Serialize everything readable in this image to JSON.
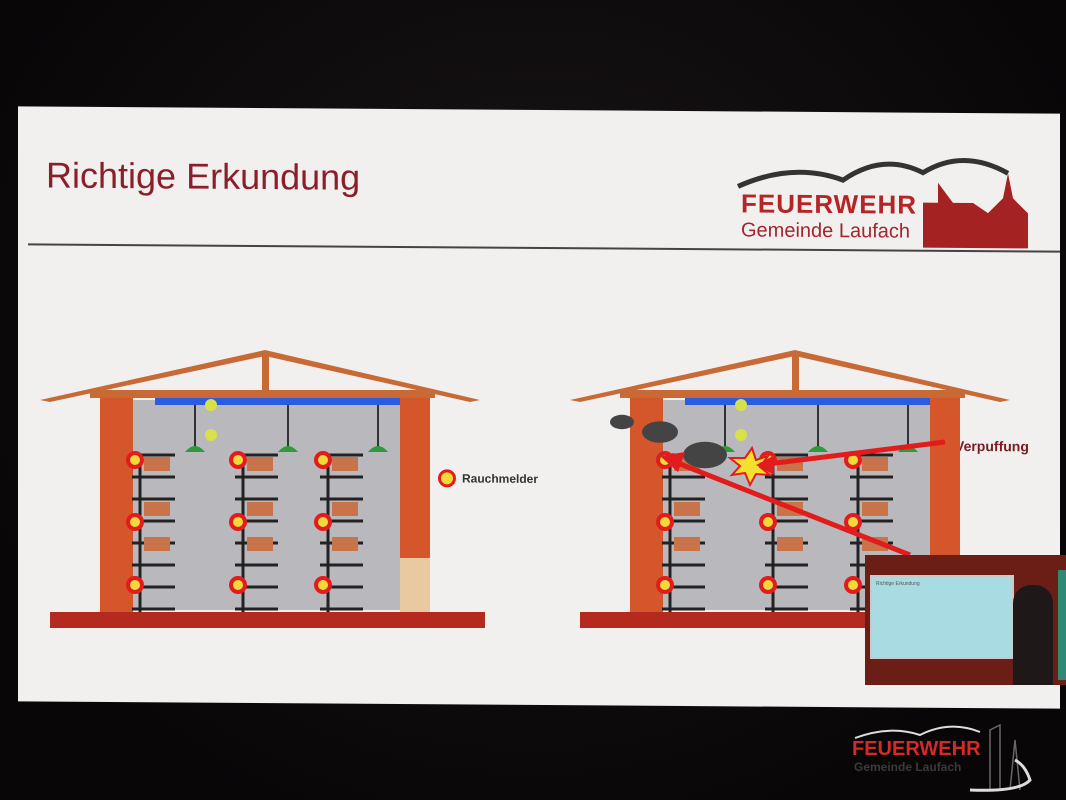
{
  "slide": {
    "title": "Richtige Erkundung",
    "logo": {
      "line1": "FEUERWEHR",
      "line2": "Gemeinde Laufach"
    },
    "legend_label": "Rauchmelder",
    "callout_label": "Verpuffung"
  },
  "inset": {
    "title": "Richtige Erkundung"
  },
  "watermark": {
    "line1": "FEUERWEHR",
    "line2": "Gemeinde Laufach"
  },
  "colors": {
    "title": "#8a1f2a",
    "brick": "#d4562a",
    "detector": "#e21c1c",
    "rail": "#2a5be0"
  }
}
